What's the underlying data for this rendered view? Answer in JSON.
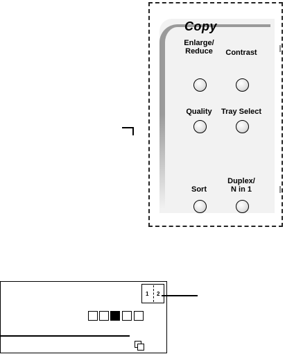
{
  "panel": {
    "title": "Copy",
    "keys": [
      {
        "label": "Enlarge/\nReduce"
      },
      {
        "label": "Contrast"
      },
      {
        "label": "Quality"
      },
      {
        "label": "Tray Select"
      },
      {
        "label": "Sort"
      },
      {
        "label": "Duplex/\nN in 1"
      }
    ]
  },
  "lcd": {
    "page_icon": {
      "left": "1",
      "right": "2"
    },
    "level": {
      "count": 5,
      "active_index": 2
    },
    "copies_icon": "copies-icon"
  }
}
